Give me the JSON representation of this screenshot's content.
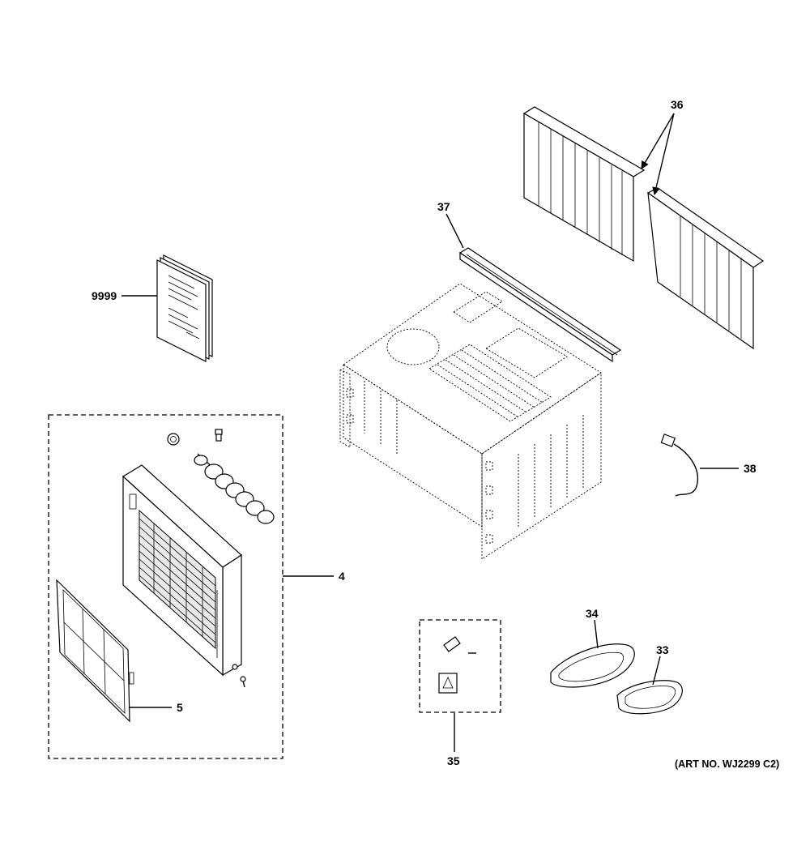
{
  "callouts": {
    "manual": "9999",
    "front_assembly": "4",
    "filter": "5",
    "side_curtains": "36",
    "top_rail": "37",
    "cord": "38",
    "gasket_34": "34",
    "gasket_33": "33",
    "hardware_kit": "35"
  },
  "art_number": "(ART NO. WJ2299 C2)"
}
